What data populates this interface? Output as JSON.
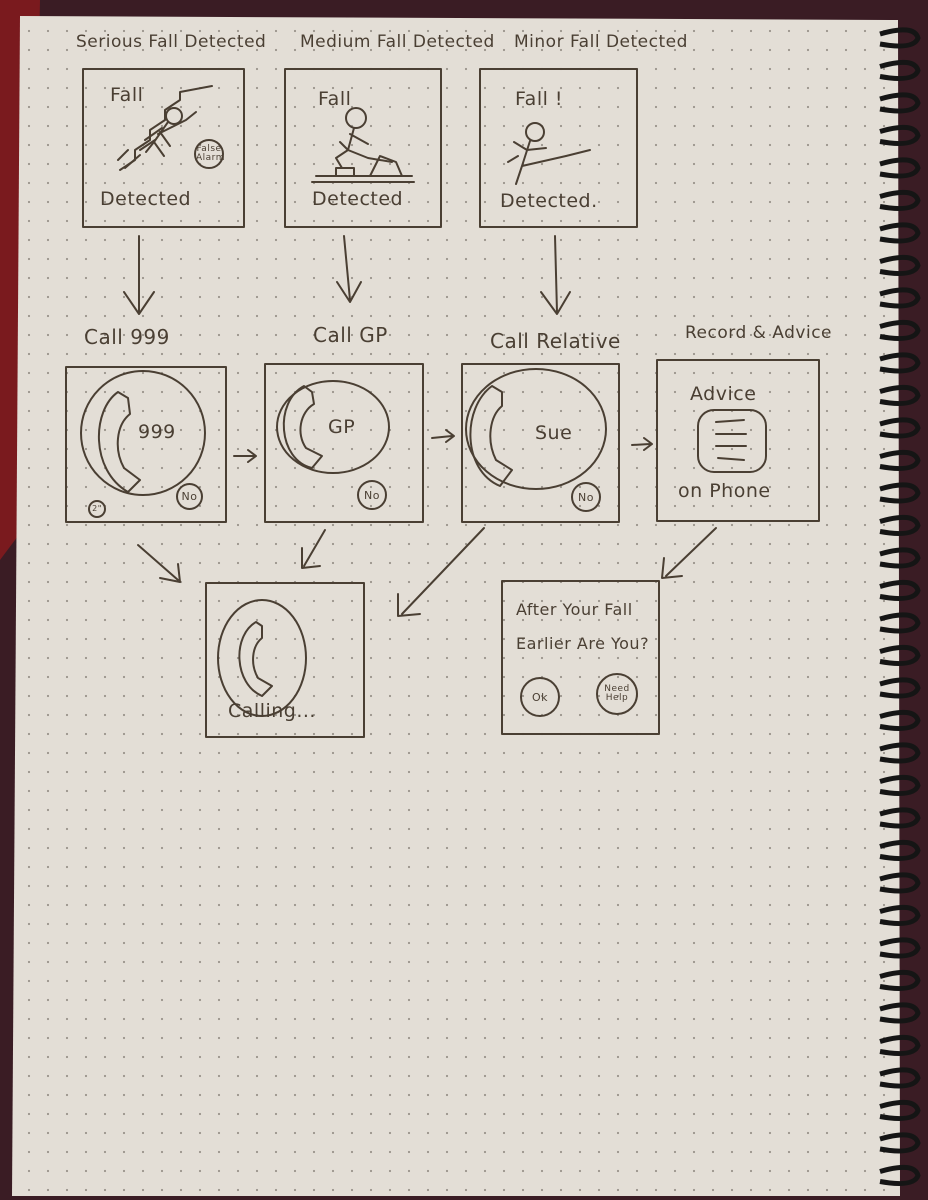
{
  "scenarios": [
    {
      "header": "Serious Fall Detected",
      "top_text": "Fall",
      "bottom_text": "Detected",
      "badge": "False Alarm"
    },
    {
      "header": "Medium Fall Detected",
      "top_text": "Fall",
      "bottom_text": "Detected"
    },
    {
      "header": "Minor Fall Detected",
      "top_text": "Fall !",
      "bottom_text": "Detected."
    }
  ],
  "actions": [
    {
      "caption": "Call 999",
      "label": "999",
      "no_button": "No",
      "corner": "2\""
    },
    {
      "caption": "Call GP",
      "label": "GP",
      "no_button": "No"
    },
    {
      "caption": "Call Relative",
      "label": "Sue",
      "no_button": "No"
    },
    {
      "caption": "Record & Advice",
      "top_text": "Advice",
      "bottom_text": "on Phone"
    }
  ],
  "calling": {
    "label": "Calling..."
  },
  "followup": {
    "line1": "After Your Fall",
    "line2": "Earlier Are You?",
    "ok_button": "Ok",
    "help_button": "Need Help"
  },
  "flow_arrows": [
    "->",
    "->",
    "->"
  ],
  "colors": {
    "ink": "#4a3f33",
    "paper": "#e3ded6",
    "dots": "#9a948b",
    "spiral": "#151515"
  }
}
